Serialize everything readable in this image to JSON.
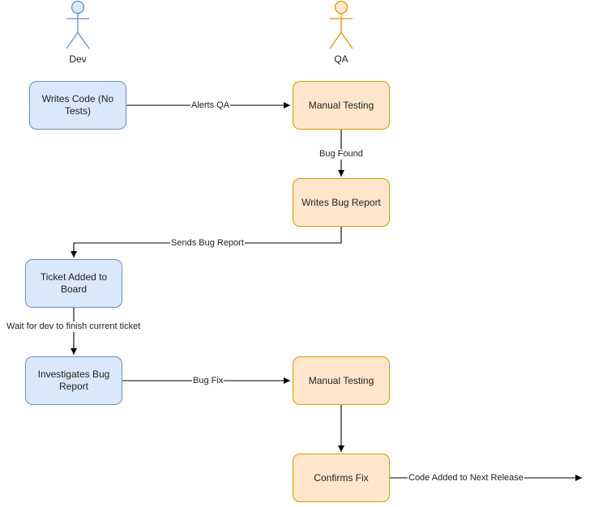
{
  "actors": {
    "dev": {
      "label": "Dev",
      "color": "#dae8fc",
      "stroke": "#6c8ebf"
    },
    "qa": {
      "label": "QA",
      "color": "#ffe6cc",
      "stroke": "#d79b00"
    }
  },
  "nodes": {
    "writes_code": "Writes Code (No Tests)",
    "manual_testing_1": "Manual Testing",
    "writes_bug_report": "Writes Bug Report",
    "ticket_added": "Ticket Added to Board",
    "investigates_bug": "Investigates Bug Report",
    "manual_testing_2": "Manual Testing",
    "confirms_fix": "Confirms Fix"
  },
  "edges": {
    "alerts_qa": "Alerts QA",
    "bug_found": "Bug Found",
    "sends_bug_report": "Sends Bug Report",
    "wait_for_dev": "Wait for dev to finish current ticket",
    "bug_fix": "Bug Fix",
    "code_added": "Code Added to Next Release"
  }
}
